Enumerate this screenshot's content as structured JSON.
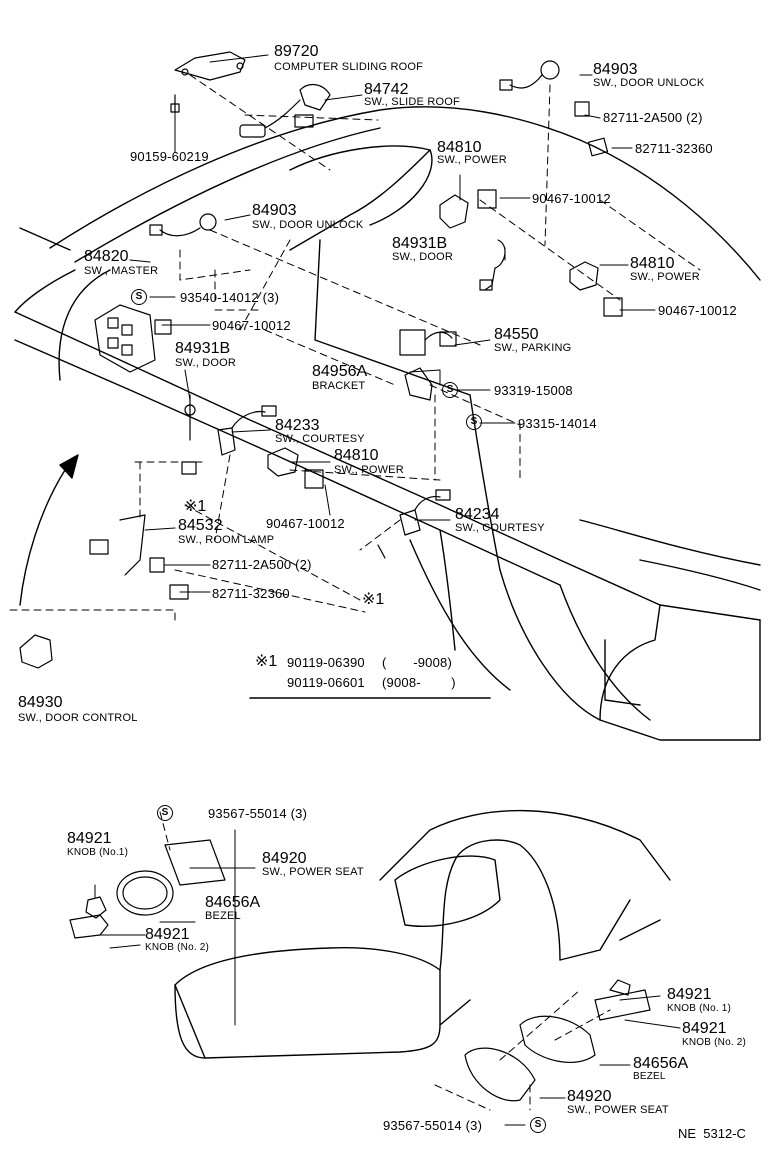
{
  "parts": [
    {
      "number": "89720",
      "desc": "COMPUTER SLIDING ROOF"
    },
    {
      "number": "84742",
      "desc": "SW., SLIDE ROOF"
    },
    {
      "number": "90159-60219",
      "desc": ""
    },
    {
      "number": "84903",
      "desc": "SW., DOOR UNLOCK"
    },
    {
      "number": "82711-2A500 (2)",
      "desc": ""
    },
    {
      "number": "82711-32360",
      "desc": ""
    },
    {
      "number": "84810",
      "desc": "SW., POWER"
    },
    {
      "number": "90467-10012",
      "desc": ""
    },
    {
      "number": "84931B",
      "desc": "SW., DOOR"
    },
    {
      "number": "84810",
      "desc": "SW., POWER"
    },
    {
      "number": "90467-10012",
      "desc": ""
    },
    {
      "number": "84903",
      "desc": "SW., DOOR UNLOCK"
    },
    {
      "number": "84820",
      "desc": "SW., MASTER"
    },
    {
      "number": "93540-14012 (3)",
      "desc": ""
    },
    {
      "number": "90467-10012",
      "desc": ""
    },
    {
      "number": "84931B",
      "desc": "SW., DOOR"
    },
    {
      "number": "84550",
      "desc": "SW., PARKING"
    },
    {
      "number": "84956A",
      "desc": "BRACKET"
    },
    {
      "number": "93319-15008",
      "desc": ""
    },
    {
      "number": "93315-14014",
      "desc": ""
    },
    {
      "number": "84233",
      "desc": "SW., COURTESY"
    },
    {
      "number": "84810",
      "desc": "SW., POWER"
    },
    {
      "number": "90467-10012",
      "desc": ""
    },
    {
      "number": "84234",
      "desc": "SW., COURTESY"
    },
    {
      "number": "84532",
      "desc": "SW., ROOM LAMP"
    },
    {
      "number": "82711-2A500 (2)",
      "desc": ""
    },
    {
      "number": "82711-32360",
      "desc": ""
    },
    {
      "number": "84930",
      "desc": "SW., DOOR CONTROL"
    },
    {
      "number": "93567-55014 (3)",
      "desc": ""
    },
    {
      "number": "84921",
      "desc": "KNOB (No.1)"
    },
    {
      "number": "84920",
      "desc": "SW., POWER SEAT"
    },
    {
      "number": "84656A",
      "desc": "BEZEL"
    },
    {
      "number": "84921",
      "desc": "KNOB (No. 2)"
    },
    {
      "number": "84921",
      "desc": "KNOB (No. 1)"
    },
    {
      "number": "84921",
      "desc": "KNOB (No. 2)"
    },
    {
      "number": "84656A",
      "desc": "BEZEL"
    },
    {
      "number": "84920",
      "desc": "SW., POWER SEAT"
    },
    {
      "number": "93567-55014 (3)",
      "desc": ""
    }
  ],
  "refs": {
    "mark": "※1",
    "row1_part": "90119-06390",
    "row1_range": "(       -9008)",
    "row2_part": "90119-06601",
    "row2_range": "(9008-        )"
  },
  "s_symbol": "S",
  "figure_code": "NE  5312-C"
}
